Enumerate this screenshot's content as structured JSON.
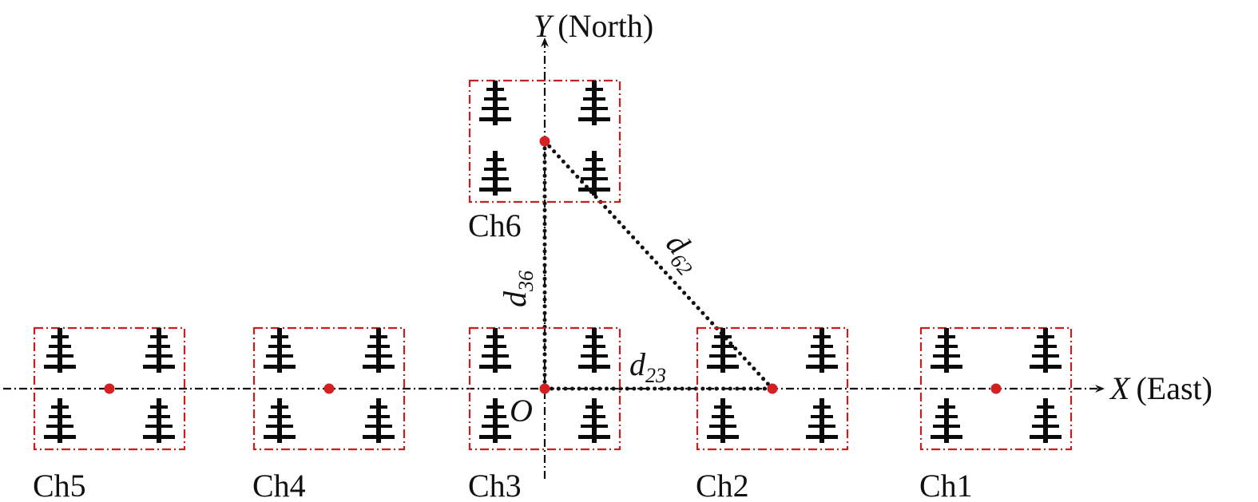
{
  "colors": {
    "axis": "#111111",
    "box": "#c81e1e",
    "center": "#d42020",
    "tower": "#0a0a0a",
    "distance": "#111111"
  },
  "axes": {
    "x_symbol": "X",
    "x_direction": "(East)",
    "y_symbol": "Y",
    "y_direction": "(North)",
    "origin_label": "O"
  },
  "stations": [
    {
      "name": "Ch1",
      "east": 5.65,
      "north": 0
    },
    {
      "name": "Ch2",
      "east": 2.85,
      "north": 0
    },
    {
      "name": "Ch3",
      "east": 0,
      "north": 0
    },
    {
      "name": "Ch4",
      "east": -2.7,
      "north": 0
    },
    {
      "name": "Ch5",
      "east": -5.45,
      "north": 0
    },
    {
      "name": "Ch6",
      "east": 0,
      "north": 3.1
    }
  ],
  "distances": [
    {
      "symbol": "d",
      "sub": "36",
      "from": "Ch3",
      "to": "Ch6"
    },
    {
      "symbol": "d",
      "sub": "62",
      "from": "Ch6",
      "to": "Ch2"
    },
    {
      "symbol": "d",
      "sub": "23",
      "from": "Ch3",
      "to": "Ch2"
    }
  ],
  "icons": {
    "tower": "antenna-tower-icon",
    "center": "center-point-icon"
  }
}
